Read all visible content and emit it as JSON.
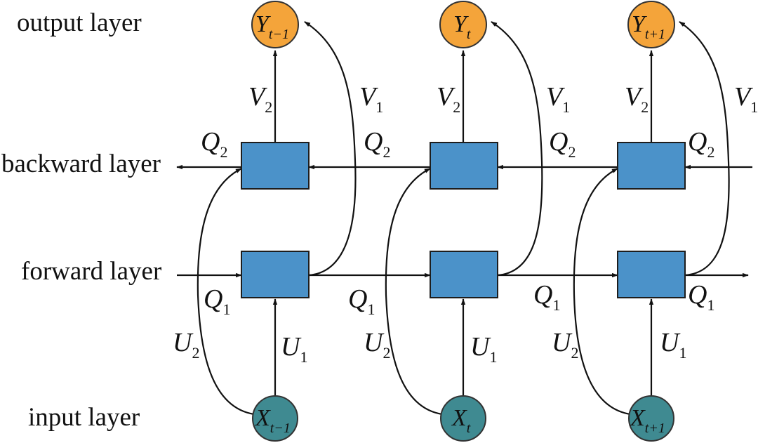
{
  "layers": {
    "output": "output layer",
    "backward": "backward layer",
    "forward": "forward layer",
    "input": "input layer"
  },
  "columns": [
    {
      "output": {
        "base": "Y",
        "sub": "t−1"
      },
      "input": {
        "base": "X",
        "sub": "t−1"
      },
      "V2": {
        "base": "V",
        "sub": "2"
      },
      "V1": {
        "base": "V",
        "sub": "1"
      },
      "U1": {
        "base": "U",
        "sub": "1"
      },
      "U2": {
        "base": "U",
        "sub": "2"
      },
      "Q1": {
        "base": "Q",
        "sub": "1"
      },
      "Q2": {
        "base": "Q",
        "sub": "2"
      }
    },
    {
      "output": {
        "base": "Y",
        "sub": "t"
      },
      "input": {
        "base": "X",
        "sub": "t"
      },
      "V2": {
        "base": "V",
        "sub": "2"
      },
      "V1": {
        "base": "V",
        "sub": "1"
      },
      "U1": {
        "base": "U",
        "sub": "1"
      },
      "U2": {
        "base": "U",
        "sub": "2"
      },
      "Q1": {
        "base": "Q",
        "sub": "1"
      },
      "Q2": {
        "base": "Q",
        "sub": "2"
      }
    },
    {
      "output": {
        "base": "Y",
        "sub": "t+1"
      },
      "input": {
        "base": "X",
        "sub": "t+1"
      },
      "V2": {
        "base": "V",
        "sub": "2"
      },
      "V1": {
        "base": "V",
        "sub": "1"
      },
      "U1": {
        "base": "U",
        "sub": "1"
      },
      "U2": {
        "base": "U",
        "sub": "2"
      },
      "Q1": {
        "base": "Q",
        "sub": "1"
      },
      "Q2": {
        "base": "Q",
        "sub": "2"
      }
    }
  ],
  "colors": {
    "box": "#4b92c9",
    "output_node": "#f4a43a",
    "input_node": "#3f8a91"
  }
}
